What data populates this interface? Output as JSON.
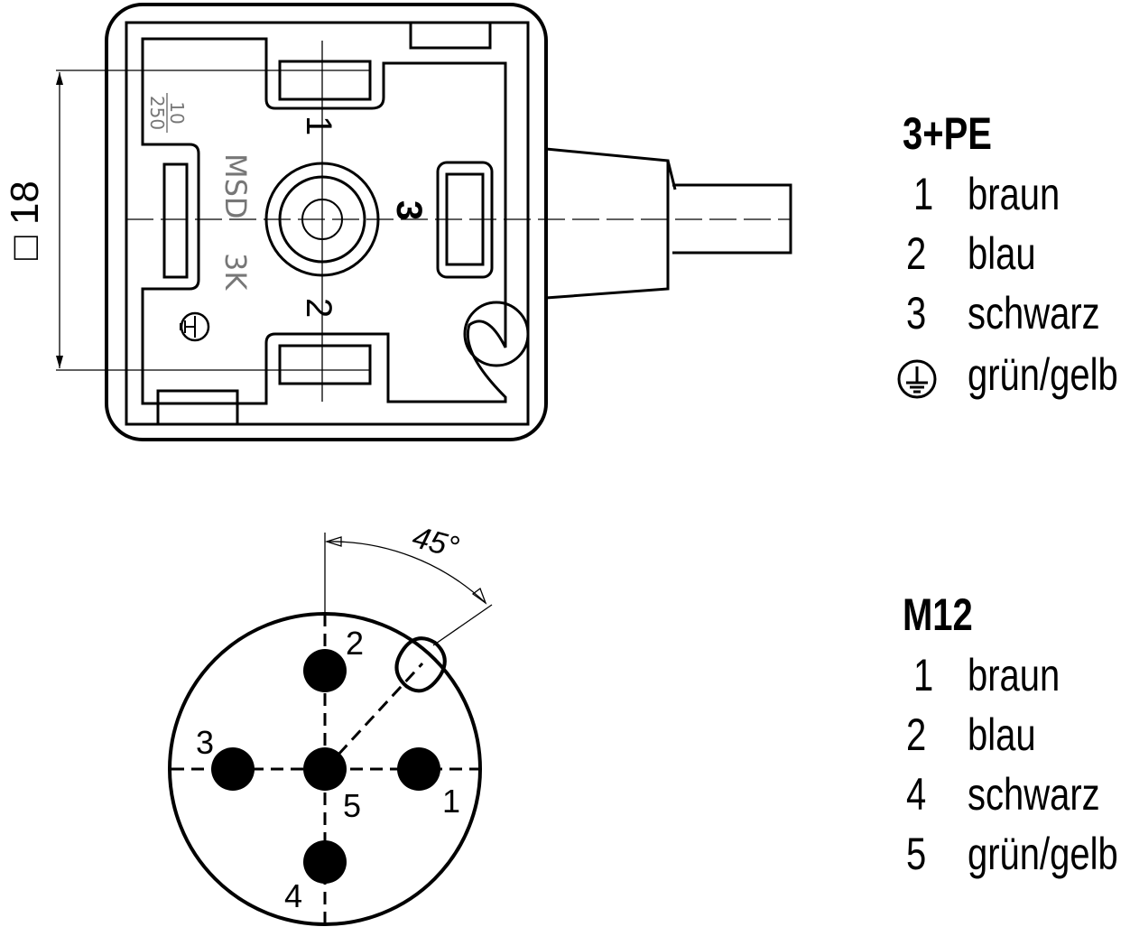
{
  "connector_a": {
    "dimension_label": "18",
    "square_symbol": "□",
    "marking_fraction_top": "10",
    "marking_fraction_bottom": "250",
    "marking_text": "MSD",
    "marking_code": "3K",
    "pins": [
      "1",
      "2",
      "3"
    ],
    "ground_icon": "protective-earth-icon"
  },
  "connector_b": {
    "angle_label": "45°",
    "pins": [
      "1",
      "2",
      "3",
      "4",
      "5"
    ]
  },
  "legend_a": {
    "title": "3+PE",
    "rows": [
      {
        "pin": "1",
        "color": "braun"
      },
      {
        "pin": "2",
        "color": "blau"
      },
      {
        "pin": "3",
        "color": "schwarz"
      },
      {
        "pin": "⏚",
        "color": "grün/gelb"
      }
    ]
  },
  "legend_b": {
    "title": "M12",
    "rows": [
      {
        "pin": "1",
        "color": "braun"
      },
      {
        "pin": "2",
        "color": "blau"
      },
      {
        "pin": "4",
        "color": "schwarz"
      },
      {
        "pin": "5",
        "color": "grün/gelb"
      }
    ]
  }
}
